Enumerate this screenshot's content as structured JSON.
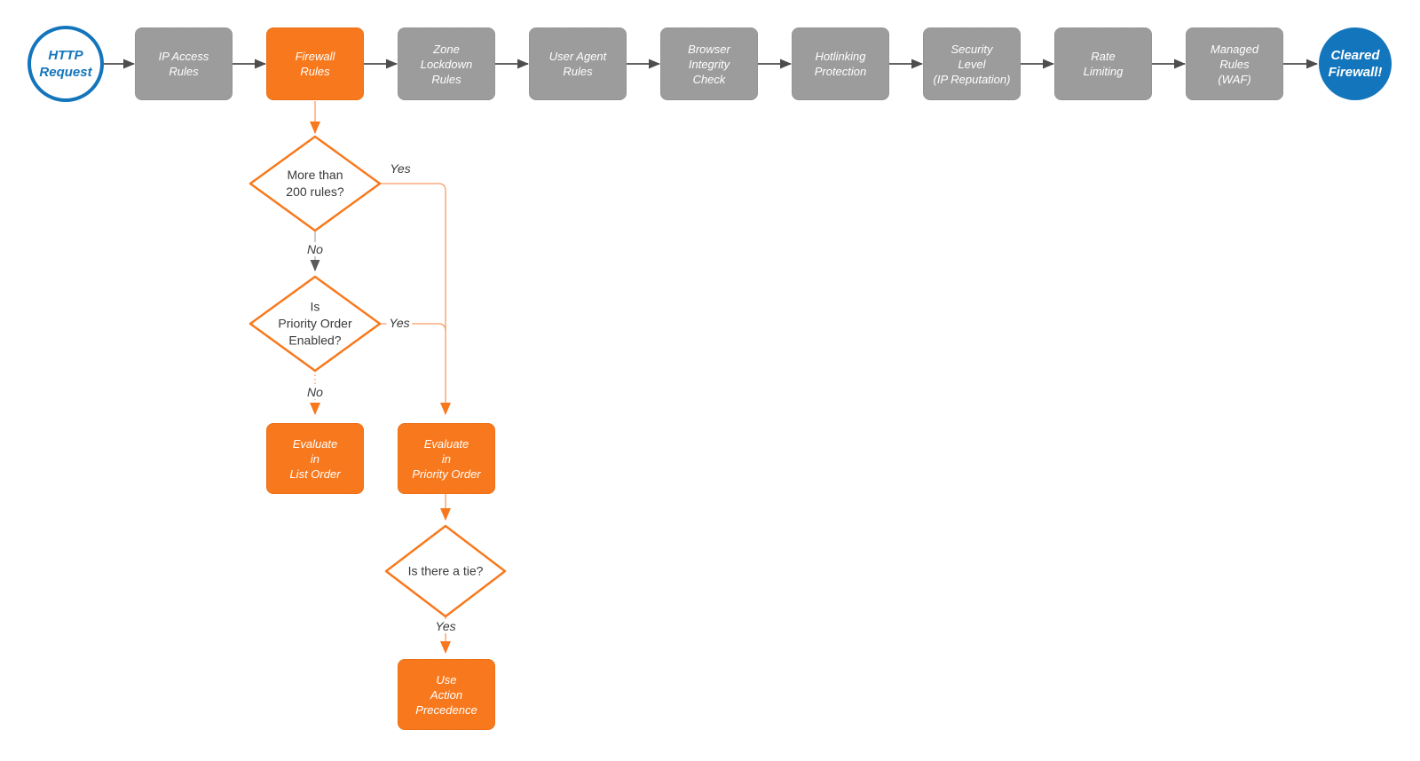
{
  "colors": {
    "background": "#FFFFFF",
    "node_orange": "#F8791D",
    "line_orange": "#F99B63",
    "node_gray": "#9C9C9C",
    "node_gray_border": "#8B8B8B",
    "arrow_dark": "#4D4D4D",
    "line_gray": "#B0B0B0",
    "blue": "#1375BC",
    "text_dark": "#3A3A3A",
    "node_text": "#FFFFFF"
  },
  "flow": {
    "start": {
      "label": "HTTP\nRequest"
    },
    "stages": [
      {
        "id": "ip-access-rules",
        "label": "IP Access\nRules"
      },
      {
        "id": "firewall-rules",
        "label": "Firewall\nRules",
        "highlighted": true
      },
      {
        "id": "zone-lockdown-rules",
        "label": "Zone\nLockdown\nRules"
      },
      {
        "id": "user-agent-rules",
        "label": "User Agent\nRules"
      },
      {
        "id": "browser-integrity-check",
        "label": "Browser\nIntegrity\nCheck"
      },
      {
        "id": "hotlinking-protection",
        "label": "Hotlinking\nProtection"
      },
      {
        "id": "security-level",
        "label": "Security\nLevel\n(IP Reputation)"
      },
      {
        "id": "rate-limiting",
        "label": "Rate\nLimiting"
      },
      {
        "id": "managed-rules-waf",
        "label": "Managed\nRules\n(WAF)"
      }
    ],
    "end": {
      "label": "Cleared\nFirewall!"
    }
  },
  "firewall_branch": {
    "decision_rule_count": {
      "label": "More than\n200 rules?",
      "yes_label": "Yes",
      "no_label": "No"
    },
    "decision_priority_order": {
      "label": "Is\nPriority Order\nEnabled?",
      "yes_label": "Yes",
      "no_label": "No"
    },
    "decision_tie": {
      "label": "Is there a tie?",
      "yes_label": "Yes"
    },
    "action_list_order": {
      "label": "Evaluate\nin\nList Order"
    },
    "action_priority_order": {
      "label": "Evaluate\nin\nPriority Order"
    },
    "action_precedence": {
      "label": "Use\nAction\nPrecedence"
    }
  }
}
